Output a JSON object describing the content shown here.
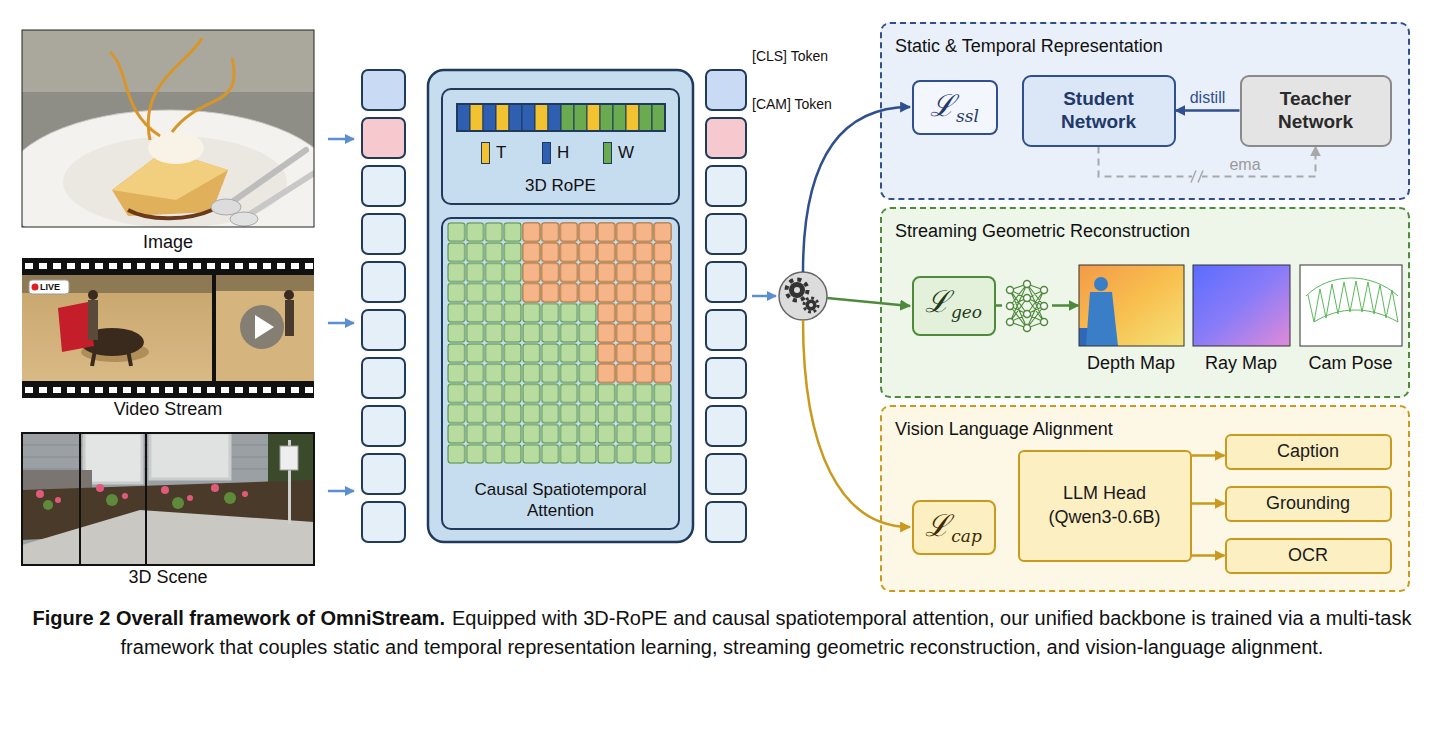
{
  "diagram": {
    "title": "Figure 2 Overall framework of OmniStream.",
    "caption": "Equipped with 3D-RoPE and causal spatiotemporal attention, our unified backbone is trained via a multi-task framework that couples static and temporal representation learning, streaming geometric reconstruction, and vision-language alignment.",
    "nodes": [
      {
        "text": [
          "3D RoPE"
        ]
      },
      {
        "text": [
          "Causal Spatiotemporal Attention"
        ]
      },
      {
        "text": [
          "Static & Temporal Representation"
        ]
      },
      {
        "text": [
          "ℒ",
          "ssl"
        ],
        "in": 2
      },
      {
        "text": [
          "Student Network"
        ],
        "in": 2
      },
      {
        "text": [
          "Teacher Network"
        ],
        "in": 2
      },
      {
        "text": [
          "Streaming Geometric Reconstruction"
        ]
      },
      {
        "text": [
          "ℒ",
          "geo"
        ],
        "in": 6
      },
      {
        "text": [
          "Depth Map"
        ],
        "in": 6
      },
      {
        "text": [
          "Ray Map"
        ],
        "in": 6
      },
      {
        "text": [
          "Cam Pose"
        ],
        "in": 6
      },
      {
        "text": [
          "Vision Language Alignment"
        ]
      },
      {
        "text": [
          "ℒ",
          "cap"
        ],
        "in": 11
      },
      {
        "text": [
          "LLM Head (Qwen3-0.6B)"
        ],
        "in": 11
      },
      {
        "text": [
          "Caption"
        ],
        "in": 11
      },
      {
        "text": [
          "Grounding"
        ],
        "in": 11
      },
      {
        "text": [
          "OCR"
        ],
        "in": 11
      }
    ],
    "edges": [
      {
        "from": 5,
        "to": 4,
        "label": "distill",
        "arrow": "to"
      },
      {
        "from": 4,
        "to": 5,
        "label": "ema",
        "arrow": "to"
      },
      {
        "from": 7,
        "to": 8,
        "arrow": "to"
      },
      {
        "from": 13,
        "to": 14,
        "arrow": "to"
      },
      {
        "from": 13,
        "to": 15,
        "arrow": "to"
      },
      {
        "from": 13,
        "to": 16,
        "arrow": "to"
      }
    ],
    "labels": [
      "Image",
      "LIVE",
      "Video Stream",
      "3D Scene",
      "[CLS] Token",
      "[CAM] Token"
    ],
    "legend": [
      {
        "text": "T",
        "color": "#f2c230"
      },
      {
        "text": "H",
        "color": "#2f5fb0"
      },
      {
        "text": "W",
        "color": "#6aab4f"
      }
    ]
  }
}
